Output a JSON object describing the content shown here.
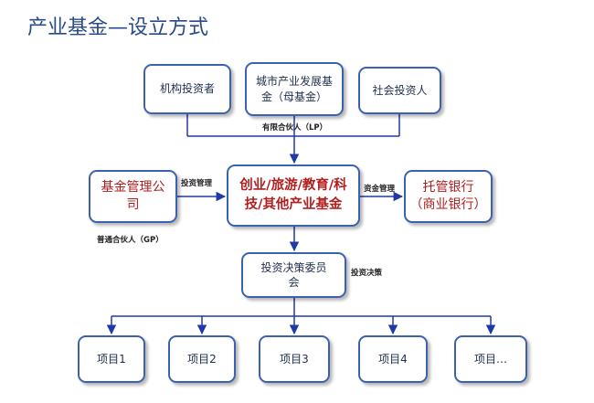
{
  "title": "产业基金—设立方式",
  "nodes": {
    "lp1": "机构投资者",
    "lp2_line1": "城市产业发展基",
    "lp2_line2": "金（母基金）",
    "lp3": "社会投资人",
    "gp_line1": "基金管理公",
    "gp_line2": "司",
    "fund_line1": "创业/旅游/教育/科",
    "fund_line2": "技/其他产业基金",
    "bank_line1": "托管银行",
    "bank_line2": "（商业银行）",
    "committee_line1": "投资决策委员",
    "committee_line2": "会",
    "projects": [
      "项目1",
      "项目2",
      "项目3",
      "项目4",
      "项目…"
    ]
  },
  "labels": {
    "lp": "有限合伙人（LP）",
    "invest_mgmt": "投资管理",
    "gp": "普通合伙人（GP）",
    "fund_mgmt": "资金管理",
    "decision": "投资决策"
  },
  "colors": {
    "title": "#2a4b87",
    "border": "#3b62b0",
    "accent_text": "#b01e1e",
    "connector": "#1f3aa8"
  }
}
